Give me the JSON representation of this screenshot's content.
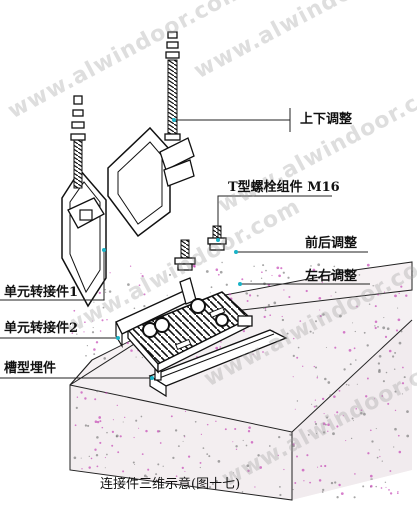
{
  "labels": {
    "up_down": "上下调整",
    "t_bolt": "T型螺栓组件 M16",
    "front_back": "前后调整",
    "left_right": "左右调整",
    "unit_adapter_1": "单元转接件1",
    "unit_adapter_2": "单元转接件2",
    "slot_embed": "槽型埋件"
  },
  "caption": "连接件三维示意(图十七)",
  "watermark": "www.alwindoor.com",
  "colors": {
    "line": "#1a1a1a",
    "accent_dot": "#19b3c7",
    "concrete_speckle": "#c23bb0",
    "watermark": "#a0a0a0"
  }
}
